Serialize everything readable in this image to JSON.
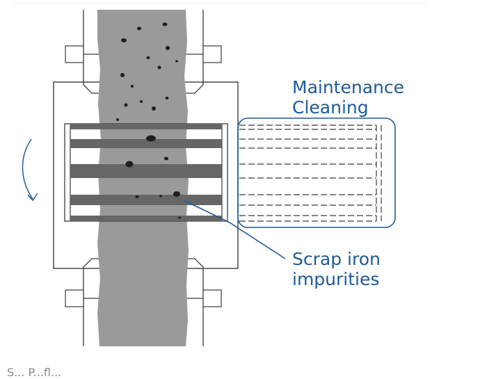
{
  "labels": {
    "maintenance": [
      "Maintenance",
      "Cleaning"
    ],
    "scrap": [
      "Scrap iron",
      "impurities"
    ]
  },
  "footer_fragment": "S... P...fl...",
  "colors": {
    "outline": "#3a3a3a",
    "flow": "#9a9a9a",
    "bars": "#666666",
    "particles": "#1e1e1e",
    "accent": "#1f5a96"
  },
  "icons": {
    "rotation": "curved-arrow-icon"
  }
}
